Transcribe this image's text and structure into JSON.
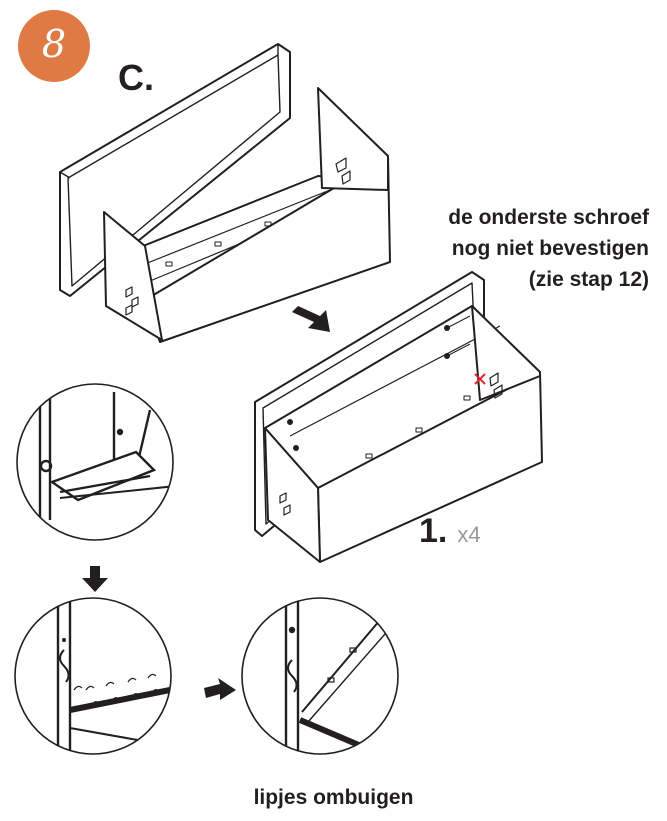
{
  "step": {
    "number": "8",
    "badge_color": "#e07a45",
    "sub_step": "C."
  },
  "note": {
    "line1": "de onderste schroef",
    "line2": "nog niet bevestigen",
    "line3": "(zie stap 12)"
  },
  "quantity": {
    "step": "1.",
    "count": "x4"
  },
  "caption": "lipjes ombuigen",
  "icons": [
    "arrow-diagonal-down-icon",
    "arrow-down-icon",
    "arrow-right-icon",
    "red-cross-icon"
  ],
  "colors": {
    "line": "#231f20",
    "warning_mark": "#e2262b"
  }
}
